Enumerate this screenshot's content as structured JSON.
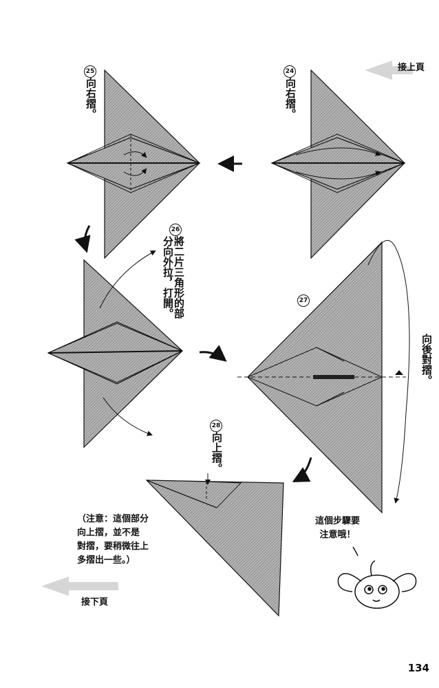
{
  "nav": {
    "prev_label": "接上頁",
    "next_label": "接下頁"
  },
  "steps": [
    {
      "num": "24",
      "text": "向右摺。"
    },
    {
      "num": "25",
      "text": "向右摺。"
    },
    {
      "num": "26",
      "text": "將二片三角形的部分向外拉，打開。"
    },
    {
      "num": "27",
      "text": ""
    },
    {
      "num": "28",
      "text": "向上摺。"
    }
  ],
  "side_note": "向後對摺。",
  "caution_note": "（注意：這個部分\n向上摺，並不是\n對摺，要稍微往上\n多摺出一些。）",
  "mascot_speech": "這個步驟要\n注意哦！",
  "page_number": "134",
  "colors": {
    "paper_fill": "#a9a9a9",
    "ink": "#111111",
    "nav_arrow": "#d6d6d6"
  }
}
